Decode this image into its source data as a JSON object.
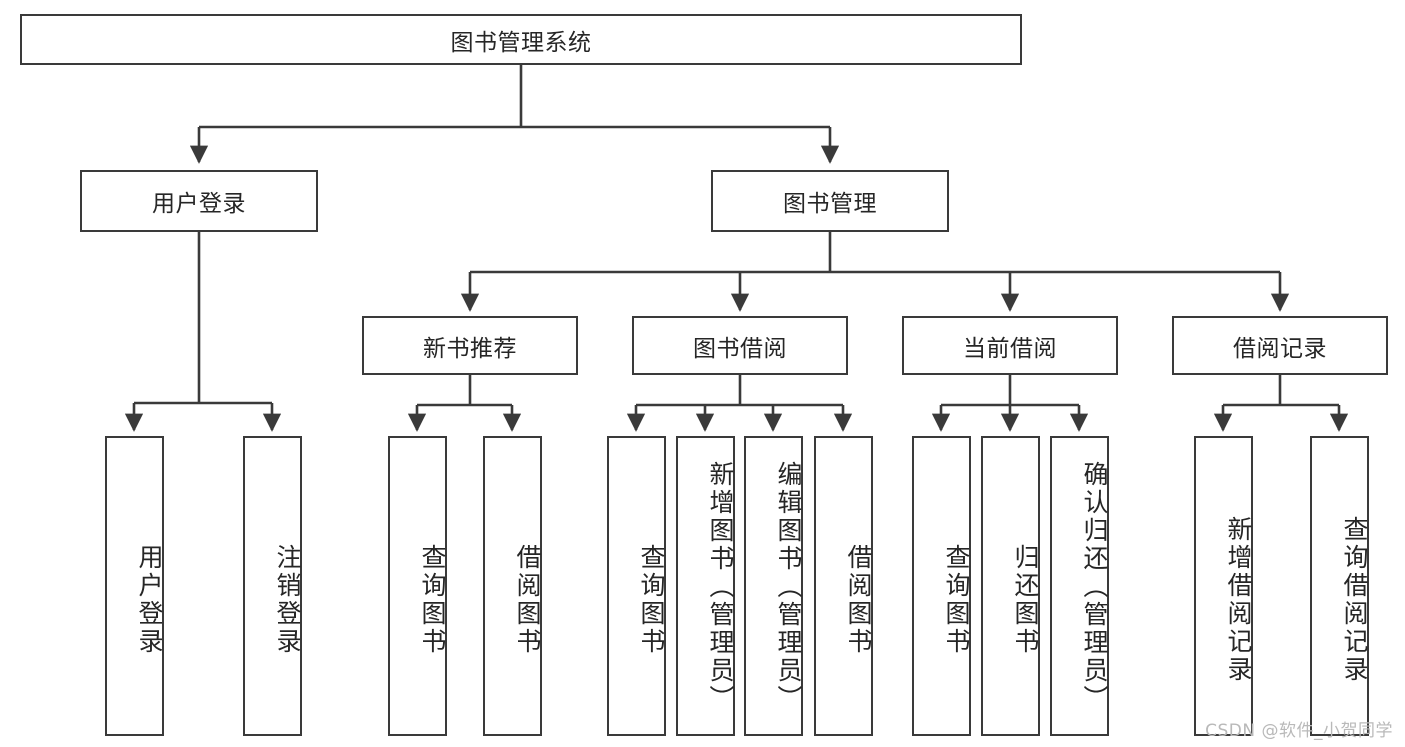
{
  "diagram": {
    "title": "图书管理系统",
    "type": "tree",
    "watermark": "CSDN @软件_小贺同学",
    "colors": {
      "box_border": "#3a3a3a",
      "box_fill": "#ffffff",
      "text": "#262626",
      "edge": "#3a3a3a",
      "watermark": "#b9b9b9"
    },
    "root": {
      "label": "图书管理系统"
    },
    "level2": [
      {
        "label": "用户登录"
      },
      {
        "label": "图书管理"
      }
    ],
    "level3": [
      {
        "label": "新书推荐"
      },
      {
        "label": "图书借阅"
      },
      {
        "label": "当前借阅"
      },
      {
        "label": "借阅记录"
      }
    ],
    "leaves": {
      "user_login": [
        {
          "label": "用户登录"
        },
        {
          "label": "注销登录"
        }
      ],
      "new_book_recommend": [
        {
          "label": "查询图书"
        },
        {
          "label": "借阅图书"
        }
      ],
      "book_borrow": [
        {
          "label": "查询图书"
        },
        {
          "label": "新增图书（管理员）"
        },
        {
          "label": "编辑图书（管理员）"
        },
        {
          "label": "借阅图书"
        }
      ],
      "current_borrow": [
        {
          "label": "查询图书"
        },
        {
          "label": "归还图书"
        },
        {
          "label": "确认归还（管理员）"
        }
      ],
      "borrow_record": [
        {
          "label": "新增借阅记录"
        },
        {
          "label": "查询借阅记录"
        }
      ]
    }
  }
}
